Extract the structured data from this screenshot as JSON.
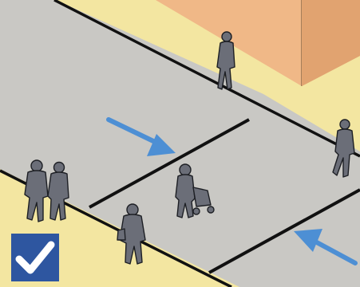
{
  "scene": {
    "type": "isometric street illustration",
    "elements": [
      "road",
      "upper-sidewalk",
      "lower-sidewalk",
      "building",
      "crossing-lines",
      "pedestrians",
      "direction-arrows",
      "check-badge"
    ]
  },
  "colors": {
    "road": "#c9c8c4",
    "sidewalk": "#f3e6a1",
    "building": "#f0b887",
    "building_shade": "#e1a370",
    "curb_line": "#111111",
    "arrow": "#4d8fd4",
    "pedestrian": "#6b6e78",
    "badge": "#2e56a0",
    "check": "#ffffff"
  },
  "pedestrians": [
    {
      "name": "walking-person"
    },
    {
      "name": "person-at-right-edge"
    },
    {
      "name": "person-with-stroller"
    },
    {
      "name": "standing-person"
    },
    {
      "name": "walking-couple"
    }
  ],
  "arrows": [
    {
      "name": "arrow-upper-left",
      "direction": "right-down"
    },
    {
      "name": "arrow-lower-right",
      "direction": "left-up"
    }
  ],
  "badge": {
    "icon": "checkmark-icon"
  }
}
